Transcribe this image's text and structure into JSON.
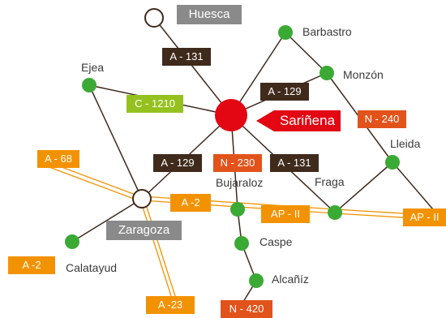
{
  "colors": {
    "road_line": "#3f2a1c",
    "city_green": "#3aaa35",
    "center_red": "#e30613",
    "motorway_orange": "#f39200",
    "national_red": "#e2531b",
    "regional_green": "#95c11f",
    "capital_grey": "#8a8a8a"
  },
  "cities": {
    "huesca": "Huesca",
    "barbastro": "Barbastro",
    "monzon": "Monzón",
    "ejea": "Ejea",
    "sarinena": "Sariñena",
    "lleida": "Lleida",
    "fraga": "Fraga",
    "bujaraloz": "Bujaraloz",
    "zaragoza": "Zaragoza",
    "caspe": "Caspe",
    "calatayud": "Calatayud",
    "alcaniz": "Alcañíz"
  },
  "roads": {
    "a131_huesca": "A - 131",
    "a129_monzon": "A - 129",
    "c1210": "C - 1210",
    "n240": "N - 240",
    "a68": "A - 68",
    "a129_zaragoza": "A - 129",
    "n230": "N - 230",
    "a131_fraga": "A - 131",
    "a2_east": "A -2",
    "ap2_center": "AP - II",
    "ap2_east": "AP - II",
    "a2_west": "A -2",
    "a23": "A -23",
    "n420": "N - 420"
  }
}
